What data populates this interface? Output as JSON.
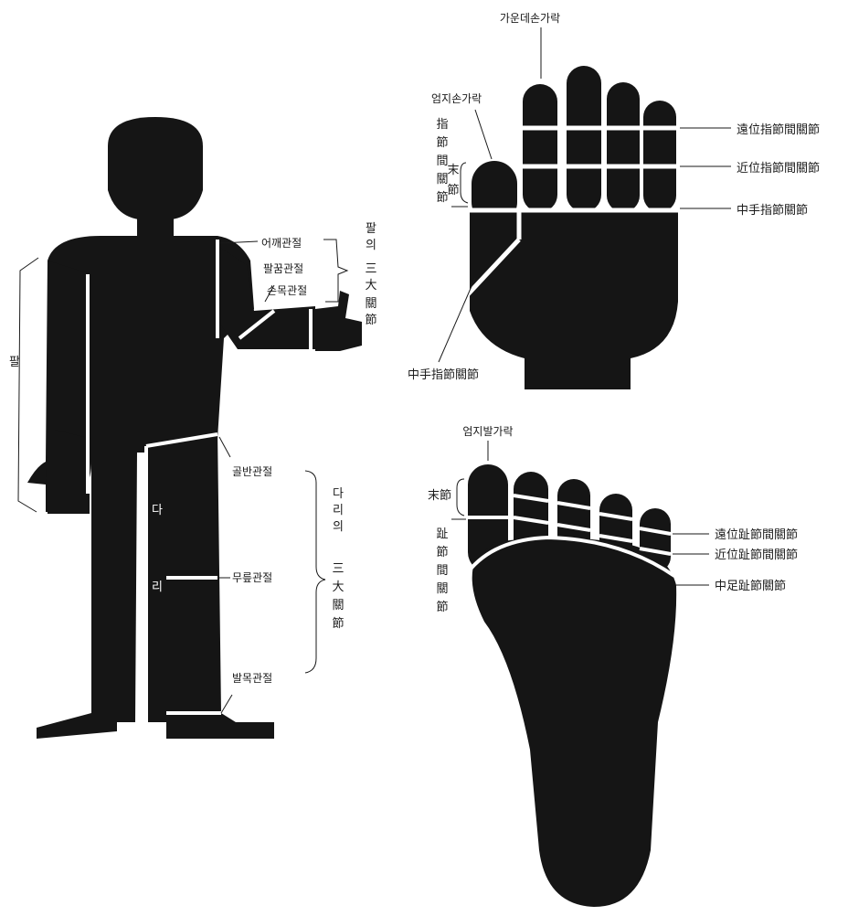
{
  "body_figure": {
    "arm_label": "팔",
    "leg_label_chars": [
      "다",
      "리"
    ],
    "shoulder_joint": "어깨관절",
    "elbow_joint": "팔꿈관절",
    "wrist_joint": "손목관절",
    "arm_group_chars": [
      "팔",
      "의",
      "三",
      "大",
      "關",
      "節"
    ],
    "hip_joint": "골반관절",
    "knee_joint": "무릎관절",
    "ankle_joint": "발목관절",
    "leg_group_chars": [
      "다",
      "리",
      "의",
      "三",
      "大",
      "關",
      "節"
    ]
  },
  "hand": {
    "middle_finger": "가운데손가락",
    "thumb": "엄지손가락",
    "interphalangeal_chars": [
      "指",
      "節",
      "間",
      "關",
      "節"
    ],
    "end_segment_chars": [
      "末",
      "節"
    ],
    "distal_joint": "遠位指節間關節",
    "proximal_joint": "近位指節間關節",
    "mcp_joint_right": "中手指節關節",
    "mcp_joint_left": "中手指節關節"
  },
  "foot": {
    "big_toe": "엄지발가락",
    "end_segment": "末節",
    "interphalangeal_chars": [
      "趾",
      "節",
      "間",
      "關",
      "節"
    ],
    "distal_joint": "遠位趾節間關節",
    "proximal_joint": "近位趾節間關節",
    "mtp_joint": "中足趾節關節"
  },
  "colors": {
    "silhouette": "#151515",
    "background": "#ffffff",
    "joint_line": "#ffffff"
  }
}
